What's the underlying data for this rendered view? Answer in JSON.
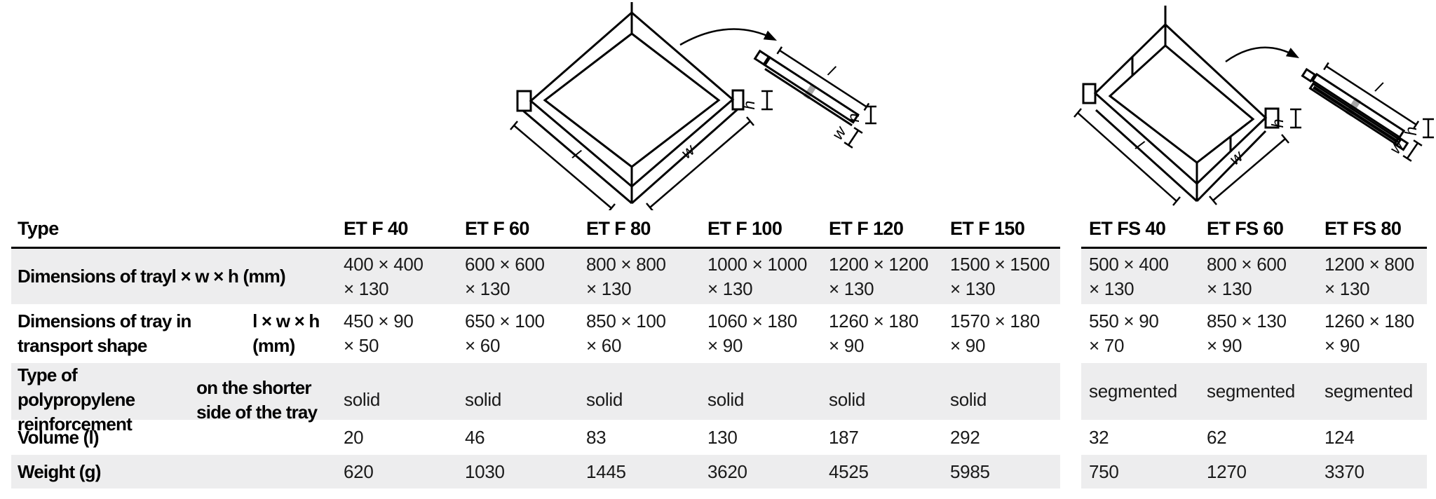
{
  "colors": {
    "row_stripe": "#ededee",
    "rule": "#000000",
    "diagram_band": "#a6a6a6"
  },
  "diagrams": {
    "f": {
      "l": "l",
      "w": "w",
      "h": "h",
      "flat_l": "l",
      "flat_h": "h",
      "flat_w": "w"
    },
    "fs": {
      "l": "l",
      "w": "w",
      "h": "h",
      "flat_l": "l",
      "flat_h": "h",
      "flat_w": "w"
    }
  },
  "table": {
    "type_header": "Type",
    "f_columns": [
      "ET F 40",
      "ET F 60",
      "ET F 80",
      "ET F 100",
      "ET F 120",
      "ET F 150"
    ],
    "fs_columns": [
      "ET FS 40",
      "ET FS 60",
      "ET FS 80"
    ],
    "rows": [
      {
        "label": "Dimensions of tray",
        "sublabel": "l × w × h (mm)",
        "f": [
          "400 × 400\n× 130",
          "600 × 600\n× 130",
          "800 × 800\n× 130",
          "1000 × 1000\n× 130",
          "1200 × 1200\n× 130",
          "1500 × 1500\n× 130"
        ],
        "fs": [
          "500 × 400\n× 130",
          "800 × 600\n× 130",
          "1200 × 800\n× 130"
        ]
      },
      {
        "label": "Dimensions of tray in transport shape",
        "sublabel": "l × w × h (mm)",
        "f": [
          "450 × 90\n× 50",
          "650 × 100\n× 60",
          "850 × 100\n× 60",
          "1060 × 180\n× 90",
          "1260 × 180\n× 90",
          "1570 × 180\n× 90"
        ],
        "fs": [
          "550 × 90\n× 70",
          "850 × 130\n× 90",
          "1260 × 180\n× 90"
        ]
      },
      {
        "label": "Type of polypropylene reinforcement",
        "sublabel": "on the shorter side of the tray",
        "f": [
          "solid",
          "solid",
          "solid",
          "solid",
          "solid",
          "solid"
        ],
        "fs": [
          "segmented",
          "segmented",
          "segmented"
        ]
      },
      {
        "label": "Volume (l)",
        "sublabel": "",
        "f": [
          "20",
          "46",
          "83",
          "130",
          "187",
          "292"
        ],
        "fs": [
          "32",
          "62",
          "124"
        ]
      },
      {
        "label": "Weight (g)",
        "sublabel": "",
        "f": [
          "620",
          "1030",
          "1445",
          "3620",
          "4525",
          "5985"
        ],
        "fs": [
          "750",
          "1270",
          "3370"
        ]
      }
    ]
  }
}
